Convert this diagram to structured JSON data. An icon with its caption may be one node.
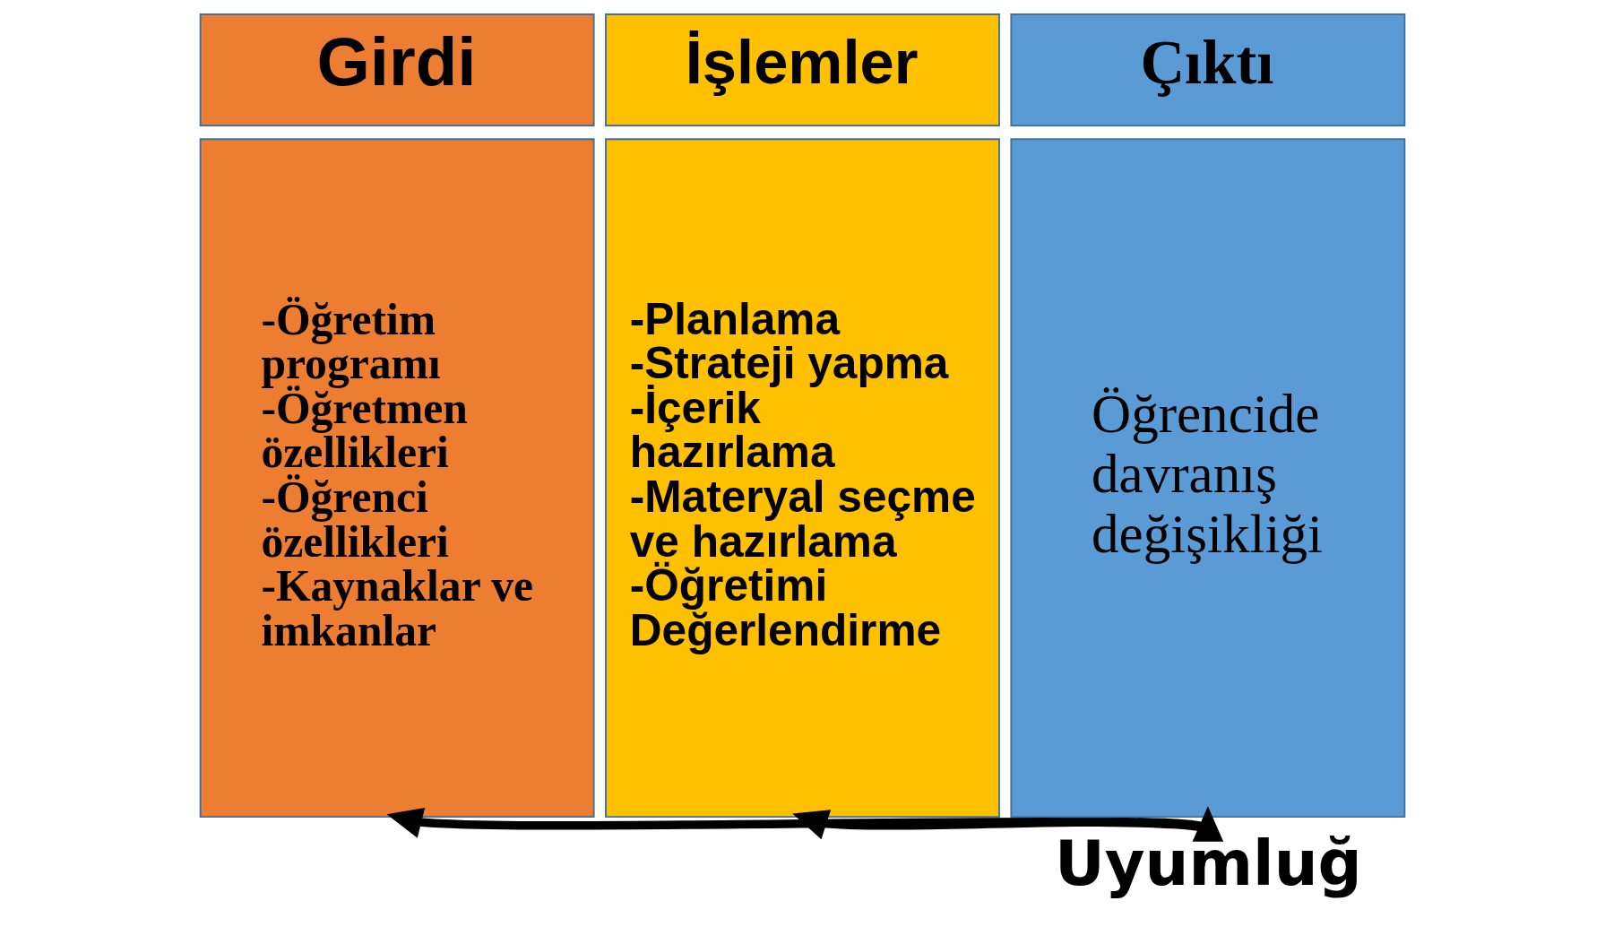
{
  "diagram": {
    "nodes": [
      {
        "text": [
          "Girdi"
        ]
      },
      {
        "text": [
          "-Öğretim programı -Öğretmen özellikleri -Öğrenci özellikleri -Kaynaklar ve imkanlar"
        ]
      },
      {
        "text": [
          "İşlemler"
        ]
      },
      {
        "text": [
          "-Planlama -Strateji yapma -İçerik hazırlama -Materyal seçme ve hazırlama -Öğretimi Değerlendirme"
        ]
      },
      {
        "text": [
          "Çıktı"
        ]
      },
      {
        "text": [
          "Öğrencide davranış değişikliği"
        ]
      },
      {
        "text": [
          "Uyumluğ"
        ]
      }
    ],
    "edges": [
      {
        "from": 6,
        "to": 1,
        "arrow": "to"
      },
      {
        "from": 6,
        "to": 3,
        "arrow": "to"
      },
      {
        "from": 6,
        "to": 5,
        "arrow": "to"
      }
    ]
  }
}
